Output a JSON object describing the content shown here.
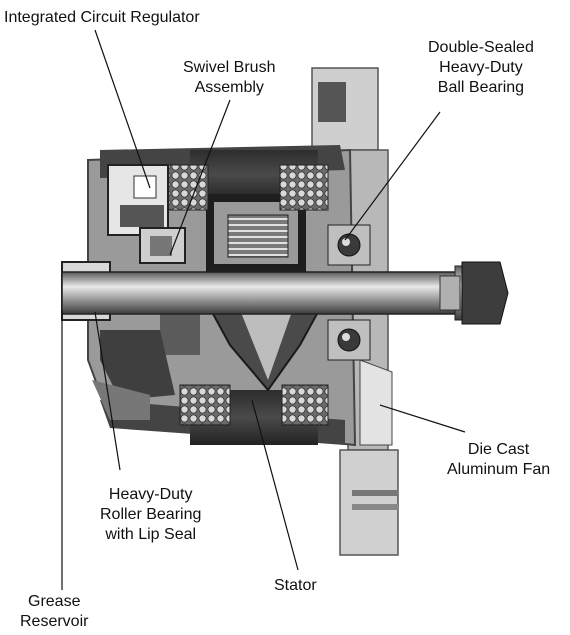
{
  "figure": {
    "labels": {
      "regulator": [
        "Integrated Circuit Regulator"
      ],
      "brush": [
        "Swivel Brush",
        "Assembly"
      ],
      "ball_bearing": [
        "Double-Sealed",
        "Heavy-Duty",
        "Ball Bearing"
      ],
      "fan": [
        "Die Cast",
        "Aluminum Fan"
      ],
      "roller_bearing": [
        "Heavy-Duty",
        "Roller Bearing",
        "with Lip Seal"
      ],
      "stator": [
        "Stator"
      ],
      "grease": [
        "Grease",
        "Reservoir"
      ]
    }
  },
  "colors": {
    "ink": "#111111",
    "metal_dark": "#3a3a3a",
    "metal_mid": "#8c8c8c",
    "metal_light": "#cfcfcf"
  }
}
